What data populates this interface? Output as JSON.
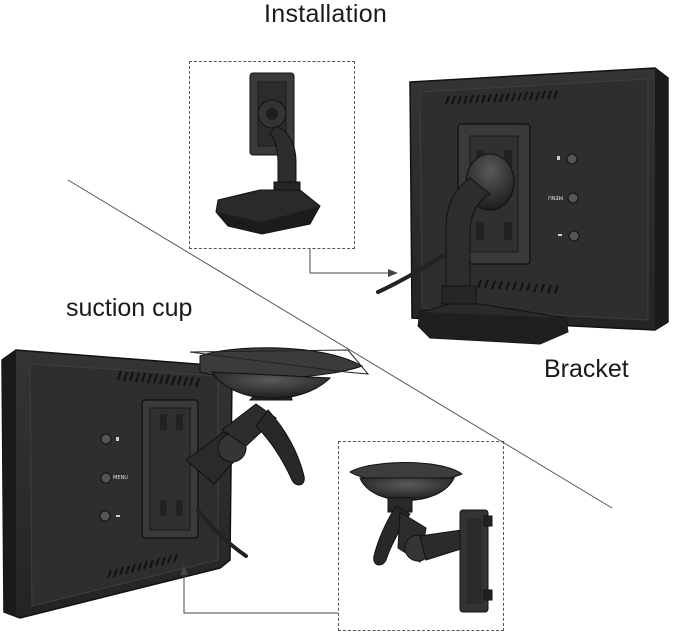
{
  "header": {
    "title": "Installation"
  },
  "labels": {
    "suction_cup": "suction cup",
    "bracket": "Bracket"
  },
  "monitor_buttons": {
    "menu_label": "MENU"
  },
  "colors": {
    "device_body": "#2b2b2b",
    "device_edge": "#111111",
    "plate": "#3a3a3a",
    "line": "#444444"
  }
}
